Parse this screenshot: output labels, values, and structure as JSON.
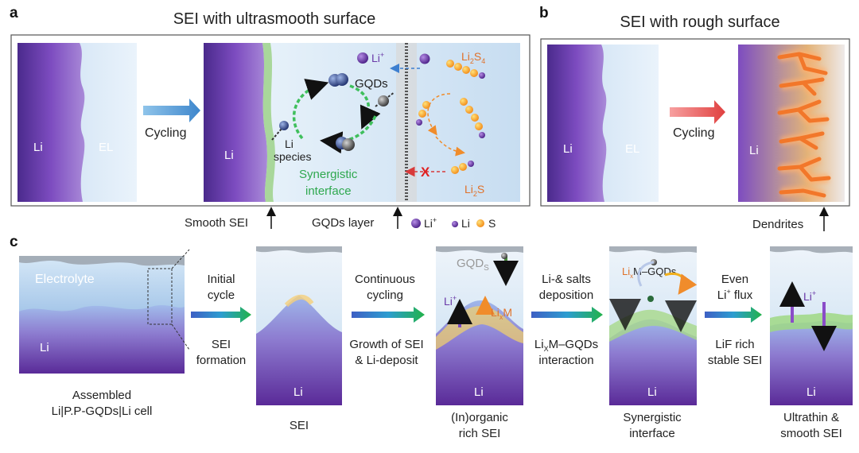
{
  "panel_a": {
    "letter": "a",
    "title": "SEI with ultrasmooth surface",
    "li": "Li",
    "el": "EL",
    "cycling": "Cycling",
    "li_right": "Li",
    "li_ion": "Li",
    "li_ion_sup": "+",
    "li2s4": "Li",
    "li2s4_sub": "2",
    "li2s4_tail": "S",
    "li2s4_sub2": "4",
    "gqds": "GQDs",
    "li_species_1": "Li",
    "li_species_2": "species",
    "synergistic_1": "Synergistic",
    "synergistic_2": "interface",
    "li2s": "Li",
    "li2s_sub": "2",
    "li2s_tail": "S",
    "blocked": "X",
    "smooth_sei": "Smooth SEI",
    "gqds_layer": "GQDs layer",
    "legend_li_ion": "Li",
    "legend_li_ion_sup": "+",
    "legend_li": "Li",
    "legend_s": "S"
  },
  "panel_b": {
    "letter": "b",
    "title": "SEI with rough surface",
    "li": "Li",
    "el": "EL",
    "cycling": "Cycling",
    "li_right": "Li",
    "dendrites": "Dendrites"
  },
  "panel_c": {
    "letter": "c",
    "stage1": {
      "electrolyte": "Electrolyte",
      "li": "Li",
      "caption_1": "Assembled",
      "caption_2": "Li|P.P-GQDs|Li cell"
    },
    "arrow1": {
      "top_1": "Initial",
      "top_2": "cycle",
      "bottom_1": "SEI",
      "bottom_2": "formation"
    },
    "stage2": {
      "li": "Li",
      "caption": "SEI"
    },
    "arrow2": {
      "top_1": "Continuous",
      "top_2": "cycling",
      "bottom_1": "Growth of SEI",
      "bottom_2": "& Li-deposit"
    },
    "stage3": {
      "gqds": "GQD",
      "gqds_sub": "S",
      "li_ion": "Li",
      "li_ion_sup": "+",
      "lixm": "Li",
      "lixm_sub": "x",
      "lixm_tail": "M",
      "li": "Li",
      "caption_1": "(In)organic",
      "caption_2": "rich SEI"
    },
    "arrow3": {
      "top_1": "Li-& salts",
      "top_2": "deposition",
      "bottom_1": "Li",
      "bottom_1_sub": "X",
      "bottom_1_tail": "M–GQDs",
      "bottom_2": "interaction"
    },
    "stage4": {
      "label": "Li",
      "label_sub": "x",
      "label_tail": "M–GQDs",
      "li": "Li",
      "caption_1": "Synergistic",
      "caption_2": "interface"
    },
    "arrow4": {
      "top_1": "Even",
      "top_2": "Li",
      "top_2_sup": "+",
      "top_2_tail": " flux",
      "bottom_1": "LiF rich",
      "bottom_2": "stable SEI"
    },
    "stage5": {
      "li_ion": "Li",
      "li_ion_sup": "+",
      "li": "Li",
      "caption_1": "Ultrathin &",
      "caption_2": "smooth SEI"
    }
  },
  "colors": {
    "li_purple": "#6a3aa8",
    "electrolyte_blue": "#cfe3f5",
    "cycling_arrow_blue": "#4f9ad6",
    "cycling_arrow_red": "#e8575a",
    "synergistic_green": "#2fa84f",
    "gqds_text_orange": "#e0722a",
    "dendrite_orange": "#f47c2a",
    "stage_arrow_green": "#27b34a"
  }
}
